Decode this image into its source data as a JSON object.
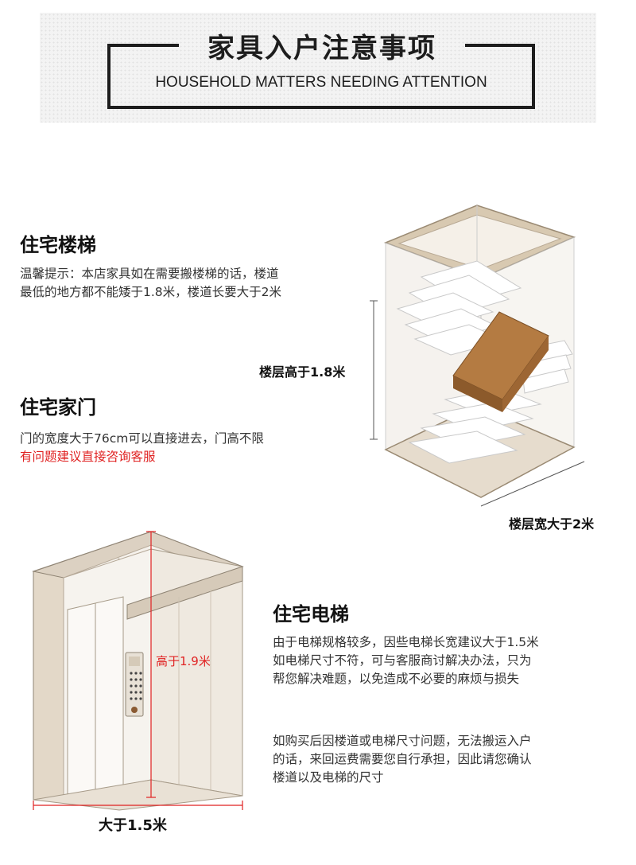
{
  "header": {
    "title_cn": "家具入户注意事项",
    "title_en": "HOUSEHOLD MATTERS NEEDING ATTENTION"
  },
  "stairs": {
    "heading": "住宅楼梯",
    "text_line1": "温馨提示：本店家具如在需要搬楼梯的话，楼道",
    "text_line2": "最低的地方都不能矮于1.8米，楼道长要大于2米",
    "height_label": "楼层高于1.8米",
    "width_label": "楼层宽大于2米"
  },
  "door": {
    "heading": "住宅家门",
    "text_line1": "门的宽度大于76cm可以直接进去，门高不限",
    "text_line2": "有问题建议直接咨询客服"
  },
  "elevator": {
    "heading": "住宅电梯",
    "para1_line1": "由于电梯规格较多，因些电梯长宽建议大于1.5米",
    "para1_line2": "如电梯尺寸不符，可与客服商讨解决办法，只为",
    "para1_line3": "帮您解决难题，以免造成不必要的麻烦与损失",
    "para2_line1": "如购买后因楼道或电梯尺寸问题，无法搬运入户",
    "para2_line2": "的话，来回运费需要您自行承担，因此请您确认",
    "para2_line3": "楼道以及电梯的尺寸",
    "height_label": "高于1.9米",
    "width_label": "大于1.5米"
  },
  "colors": {
    "accent_red": "#e02222",
    "frame_dark": "#1d1d1d",
    "box_brown": "#a56a35",
    "wall_beige": "#e3d8c8"
  }
}
